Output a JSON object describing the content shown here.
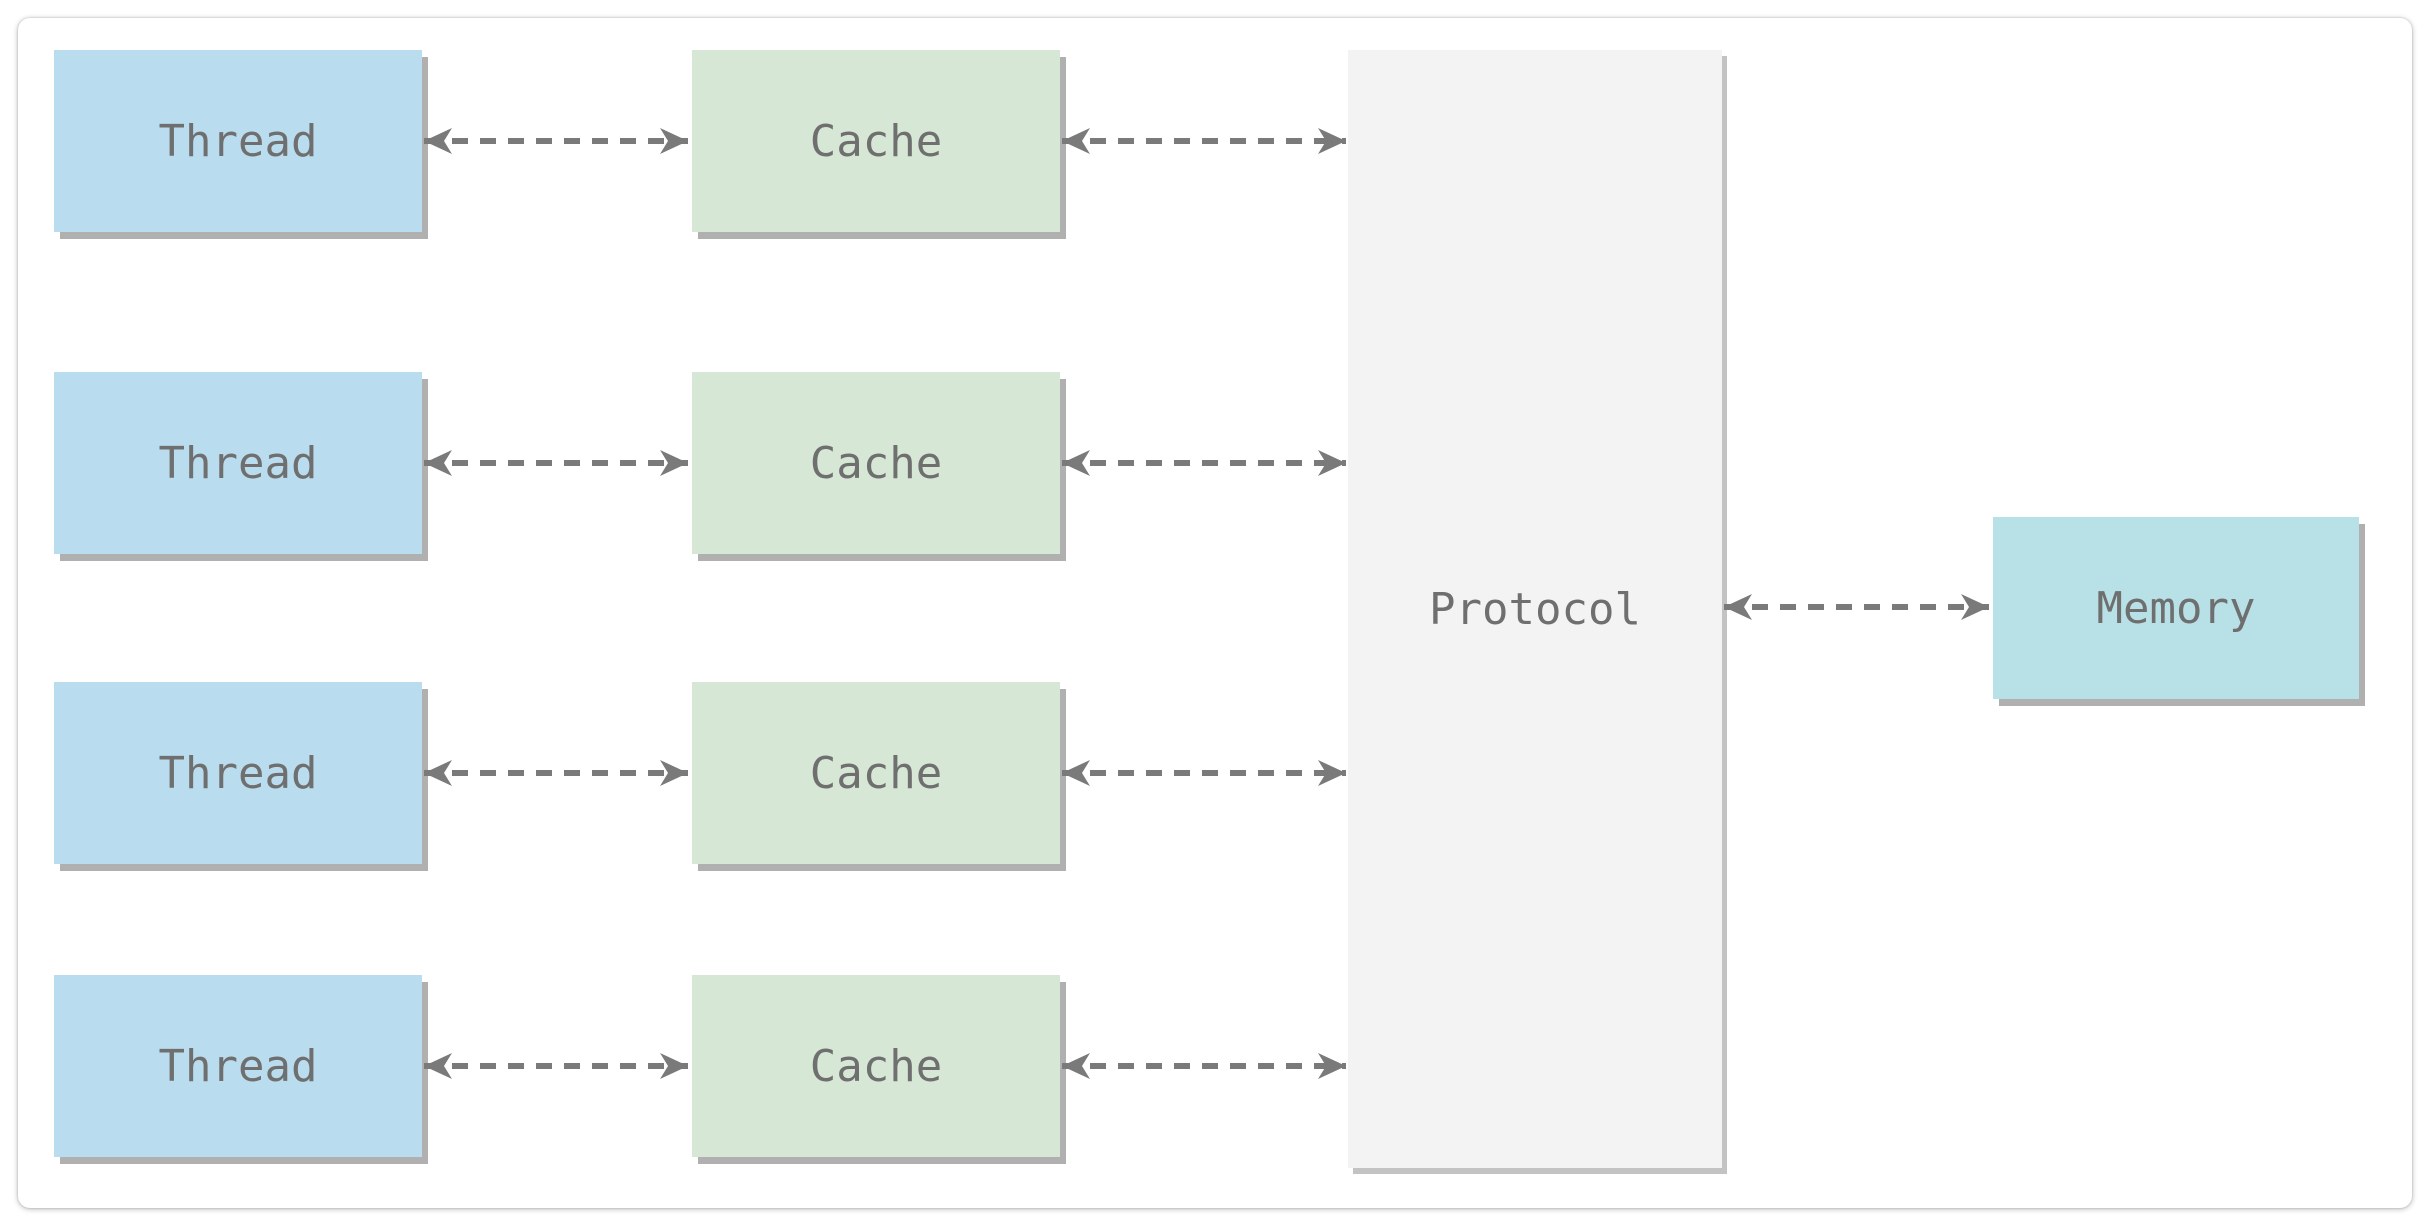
{
  "diagram": {
    "threads": [
      "Thread",
      "Thread",
      "Thread",
      "Thread"
    ],
    "caches": [
      "Cache",
      "Cache",
      "Cache",
      "Cache"
    ],
    "protocol": "Protocol",
    "memory": "Memory",
    "colors": {
      "thread": "#b9dcee",
      "cache": "#d6e7d6",
      "protocol": "#f3f3f3",
      "memory": "#b7e1e6",
      "arrow": "#7a7a7a",
      "text": "#6f6f6f"
    },
    "connections": [
      {
        "from": "Thread",
        "to": "Cache",
        "style": "dashed-bidirectional"
      },
      {
        "from": "Cache",
        "to": "Protocol",
        "style": "dashed-bidirectional"
      },
      {
        "from": "Protocol",
        "to": "Memory",
        "style": "dashed-bidirectional"
      }
    ]
  }
}
